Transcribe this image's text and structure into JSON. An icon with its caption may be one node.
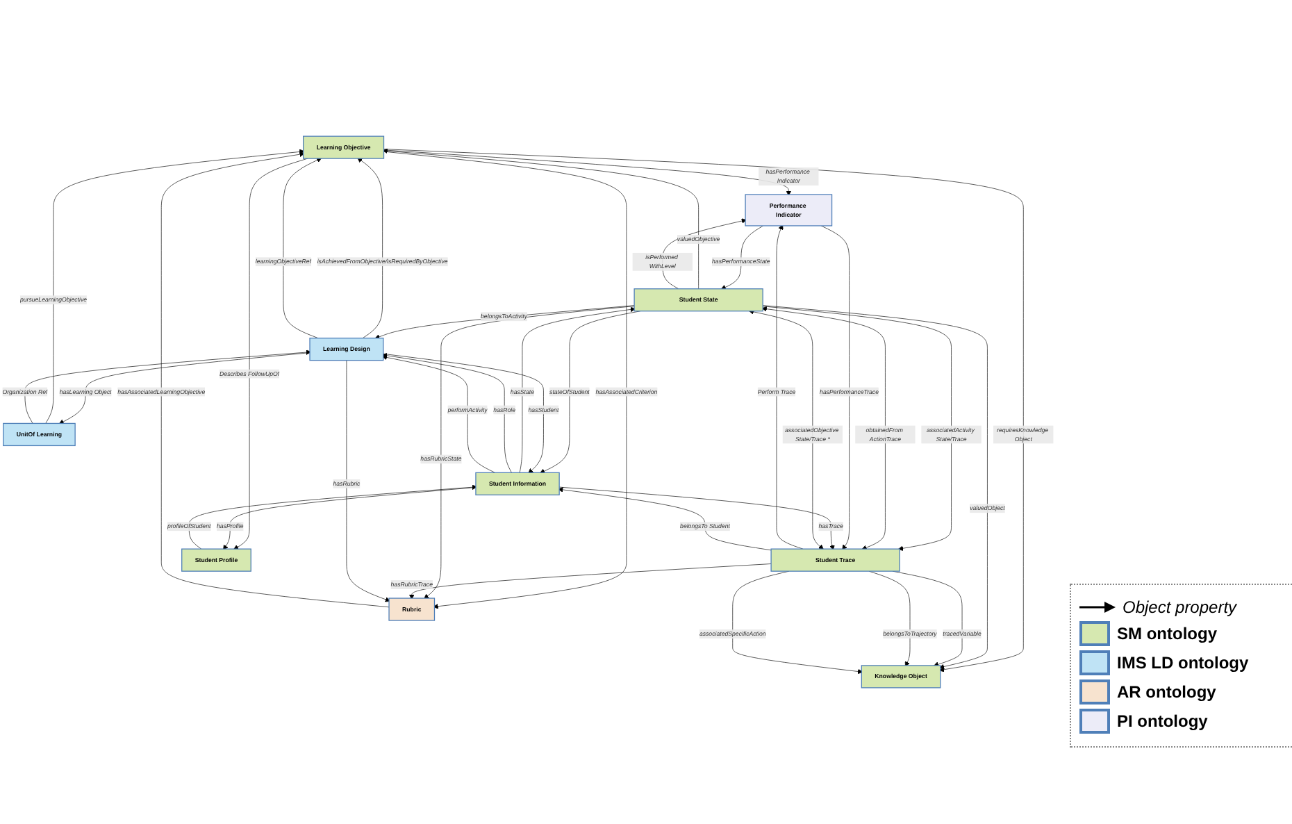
{
  "diagram": {
    "nodes": [
      {
        "text": [
          "Learning Objective"
        ]
      },
      {
        "text": [
          "Student State"
        ]
      },
      {
        "text": [
          "Learning Design"
        ]
      },
      {
        "text": [
          "UnitOf Learning"
        ]
      },
      {
        "text": [
          "Performance Indicator"
        ]
      },
      {
        "text": [
          "Knowledge Object"
        ]
      },
      {
        "text": [
          "Student Trace"
        ]
      },
      {
        "text": [
          "Rubric"
        ]
      },
      {
        "text": [
          "Student Profile"
        ]
      },
      {
        "text": [
          "Student Information"
        ]
      }
    ],
    "edges": [
      {
        "from": 7,
        "to": 0,
        "arrow": "to",
        "label": "hasAssociatedLearningObjective"
      },
      {
        "from": 0,
        "to": 7,
        "arrow": "to",
        "label": "hasAssociatedCriterion"
      },
      {
        "from": 2,
        "to": 0,
        "arrow": "to",
        "label": "isAchievedFromObjective/isRequiredByObjective"
      },
      {
        "from": 2,
        "to": 0,
        "arrow": "to",
        "label": "learningObjectiveRef"
      },
      {
        "from": 3,
        "to": 0,
        "arrow": "to",
        "label": "pursueLearningObjective"
      },
      {
        "from": 1,
        "to": 0,
        "arrow": "to",
        "label": "valuedObjective"
      },
      {
        "from": 1,
        "to": 2,
        "arrow": "to",
        "label": "belongsToActivity"
      },
      {
        "from": 4,
        "to": 1,
        "arrow": "to",
        "label": "hasPerformanceState"
      },
      {
        "from": 1,
        "to": 4,
        "arrow": "to",
        "label": "isPerformed WithLevel"
      },
      {
        "from": 0,
        "to": 4,
        "arrow": "to",
        "label": "hasPerformance Indicator"
      },
      {
        "from": 0,
        "to": 5,
        "arrow": "to",
        "label": "requiresKnowledge Object"
      },
      {
        "from": 0,
        "to": 8,
        "arrow": "to",
        "label": "Describes FollowUpOf"
      },
      {
        "from": 1,
        "to": 5,
        "arrow": "to",
        "label": "valuedObject"
      },
      {
        "from": 6,
        "to": 1,
        "arrow": "both",
        "label": "associatedObjective State/Trace *"
      },
      {
        "from": 1,
        "to": 6,
        "arrow": "to",
        "label": "associatedActivity State/Trace"
      },
      {
        "from": 1,
        "to": 6,
        "arrow": "both",
        "label": "obtainedFrom ActionTrace"
      },
      {
        "from": 9,
        "to": 1,
        "arrow": "to",
        "label": "hasState"
      },
      {
        "from": 1,
        "to": 9,
        "arrow": "to",
        "label": "stateOfStudent"
      },
      {
        "from": 1,
        "to": 7,
        "arrow": "to",
        "label": "hasRubricState"
      },
      {
        "from": 6,
        "to": 7,
        "arrow": "to",
        "label": "hasRubricTrace"
      },
      {
        "from": 3,
        "to": 2,
        "arrow": "to",
        "label": "Organization Ref"
      },
      {
        "from": 2,
        "to": 3,
        "arrow": "to",
        "label": "hasLearning Object"
      },
      {
        "from": 9,
        "to": 2,
        "arrow": "to",
        "label": "hasRole"
      },
      {
        "from": 9,
        "to": 2,
        "arrow": "to",
        "label": "performActivity"
      },
      {
        "from": 2,
        "to": 9,
        "arrow": "to",
        "label": "hasStudent"
      },
      {
        "from": 2,
        "to": 7,
        "arrow": "to",
        "label": "hasRubric"
      },
      {
        "from": 6,
        "to": 5,
        "arrow": "to",
        "label": "tracedVariable"
      },
      {
        "from": 6,
        "to": 5,
        "arrow": "to",
        "label": "belongsToTrajectory"
      },
      {
        "from": 6,
        "to": 5,
        "arrow": "to",
        "label": "associatedSpecificAction"
      },
      {
        "from": 6,
        "to": 4,
        "arrow": "to",
        "label": "Perform Trace"
      },
      {
        "from": 4,
        "to": 6,
        "arrow": "to",
        "label": "hasPerformanceTrace"
      },
      {
        "from": 9,
        "to": 6,
        "arrow": "to",
        "label": "hasTrace"
      },
      {
        "from": 6,
        "to": 9,
        "arrow": "to",
        "label": "belongsTo Student"
      },
      {
        "from": 8,
        "to": 9,
        "arrow": "to",
        "label": "profileOfStudent"
      },
      {
        "from": 9,
        "to": 8,
        "arrow": "to",
        "label": "hasProfile"
      }
    ],
    "legend": [
      {
        "text": "Object property"
      },
      {
        "text": "SM ontology",
        "color": "#d6e8b0"
      },
      {
        "text": "IMS LD ontology",
        "color": "#bfe3f5"
      },
      {
        "text": "AR ontology",
        "color": "#f7e3cf"
      },
      {
        "text": "PI ontology",
        "color": "#ececf8"
      }
    ]
  }
}
